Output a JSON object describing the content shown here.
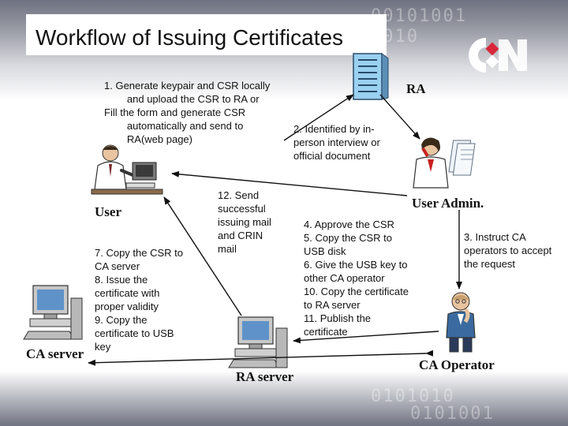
{
  "slide": {
    "title": "Workflow of Issuing Certificates",
    "background_digits": [
      "00101001",
      "1010",
      "0101010",
      "0101001"
    ]
  },
  "colors": {
    "header_gradient": "#7a7c88",
    "logo_red": "#d8283a",
    "arrow": "#111111",
    "monitor_screen": "#5f92c9",
    "ra_building": "#9ad0f0"
  },
  "actors": {
    "ra": "RA",
    "user": "User",
    "user_admin": "User Admin.",
    "ca_server": "CA server",
    "ra_server": "RA server",
    "ca_operator": "CA Operator"
  },
  "icons": {
    "logo": "cnc-logo-icon",
    "ra": "building-icon",
    "user": "person-at-computer-icon",
    "user_admin": "person-on-phone-icon",
    "ca_server": "desktop-computer-icon",
    "ra_server": "desktop-computer-icon",
    "ca_operator": "thinking-person-icon"
  },
  "steps": {
    "step1": "1. Generate keypair and CSR locally\n        and upload the CSR to RA or\nFill the form and generate CSR\n        automatically and send to\n        RA(web page)",
    "step2": "2. Identified by in-\nperson interview or\nofficial document",
    "step3": "3. Instruct CA\noperators to accept\nthe request",
    "step4_11": "4. Approve the CSR\n5. Copy the CSR to\nUSB disk\n6. Give the USB key to\nother CA operator\n10. Copy the certificate\nto RA server\n11. Publish the\ncertificate",
    "step7_9": "7. Copy the CSR to\nCA server\n8. Issue the\ncertificate with\nproper validity\n9. Copy the\ncertificate to USB\nkey",
    "step12": "12. Send\nsuccessful\nissuing mail\nand CRIN\nmail"
  }
}
